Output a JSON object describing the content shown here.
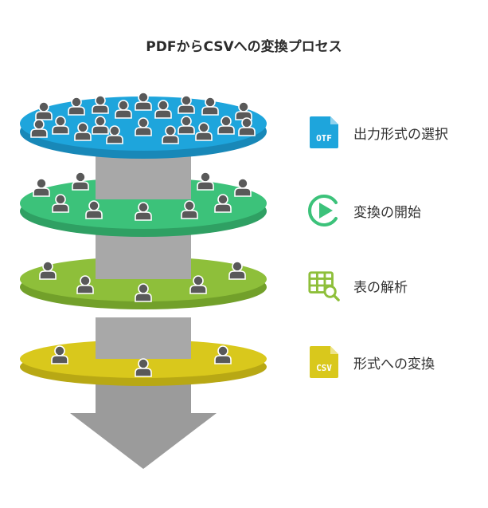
{
  "title": "PDFからCSVへの変換プロセス",
  "colors": {
    "level1": "#1ea5dc",
    "level2": "#3cc27a",
    "level3": "#8ebf3a",
    "level4": "#d9c81c",
    "core": "#a8a8a8",
    "arrow": "#9b9b9b",
    "person": "#595959"
  },
  "legend": [
    {
      "label": "出力形式の選択",
      "icon": "otf-file-icon",
      "icon_text": "OTF",
      "color": "#1ea5dc"
    },
    {
      "label": "変換の開始",
      "icon": "play-circle-icon",
      "color": "#3cc27a"
    },
    {
      "label": "表の解析",
      "icon": "table-search-icon",
      "color": "#8ebf3a"
    },
    {
      "label": "形式への変換",
      "icon": "csv-file-icon",
      "icon_text": "CSV",
      "color": "#d9c81c"
    }
  ]
}
